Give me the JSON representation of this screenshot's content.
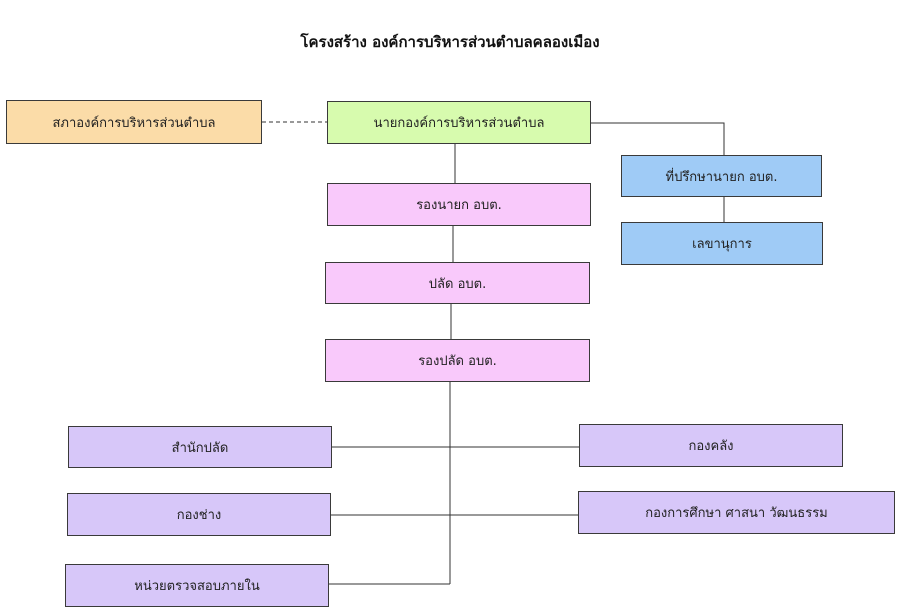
{
  "title": "โครงสร้าง องค์การบริหารส่วนตำบลคลองเมือง",
  "nodes": {
    "council": "สภาองค์การบริหารส่วนตำบล",
    "mayor": "นายกองค์การบริหารส่วนตำบล",
    "advisor": "ที่ปรึกษานายก อบต.",
    "secretary": "เลขานุการ",
    "deputy_mayor": "รองนายก อบต.",
    "chief_admin": "ปลัด อบต.",
    "deputy_chief_admin": "รองปลัด อบต.",
    "office_chief": "สำนักปลัด",
    "finance_div": "กองคลัง",
    "engineering_div": "กองช่าง",
    "education_div": "กองการศึกษา ศาสนา วัฒนธรรม",
    "internal_audit": "หน่วยตรวจสอบภายใน"
  },
  "colors": {
    "council": "#fbdca8",
    "mayor": "#d7fbae",
    "advisor": "#9fcbf6",
    "management": "#f9c9fb",
    "division": "#d7c7f9"
  }
}
